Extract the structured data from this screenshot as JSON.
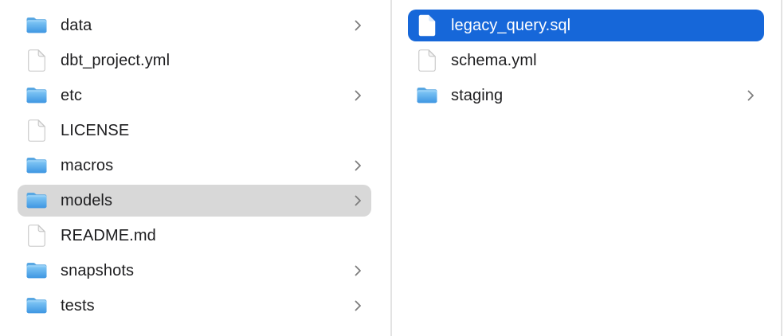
{
  "app": {
    "view": "finder-column-browser"
  },
  "colors": {
    "selection_active": "#1667d9",
    "selection_inactive": "#d8d8d8",
    "divider": "#e3e3e3",
    "text": "#1d1d1f",
    "text_selected": "#ffffff",
    "chevron": "#7d7d7d",
    "folder_blue_top": "#a9dbfa",
    "folder_blue_mid": "#79c1f3",
    "folder_blue_bottom": "#3e96e2",
    "folder_tab": "#4e9fdd",
    "file_border": "#c6c6c6"
  },
  "icons": {
    "folder": "folder-icon",
    "file": "document-icon",
    "chevron": "chevron-right-icon"
  },
  "columns": [
    {
      "id": "left",
      "items": [
        {
          "label": "data",
          "type": "folder",
          "has_chevron": true,
          "selected": null
        },
        {
          "label": "dbt_project.yml",
          "type": "file",
          "has_chevron": false,
          "selected": null
        },
        {
          "label": "etc",
          "type": "folder",
          "has_chevron": true,
          "selected": null
        },
        {
          "label": "LICENSE",
          "type": "file",
          "has_chevron": false,
          "selected": null
        },
        {
          "label": "macros",
          "type": "folder",
          "has_chevron": true,
          "selected": null
        },
        {
          "label": "models",
          "type": "folder",
          "has_chevron": true,
          "selected": "inactive"
        },
        {
          "label": "README.md",
          "type": "file",
          "has_chevron": false,
          "selected": null
        },
        {
          "label": "snapshots",
          "type": "folder",
          "has_chevron": true,
          "selected": null
        },
        {
          "label": "tests",
          "type": "folder",
          "has_chevron": true,
          "selected": null
        }
      ]
    },
    {
      "id": "right",
      "items": [
        {
          "label": "legacy_query.sql",
          "type": "file",
          "has_chevron": false,
          "selected": "active"
        },
        {
          "label": "schema.yml",
          "type": "file",
          "has_chevron": false,
          "selected": null
        },
        {
          "label": "staging",
          "type": "folder",
          "has_chevron": true,
          "selected": null
        }
      ]
    }
  ]
}
